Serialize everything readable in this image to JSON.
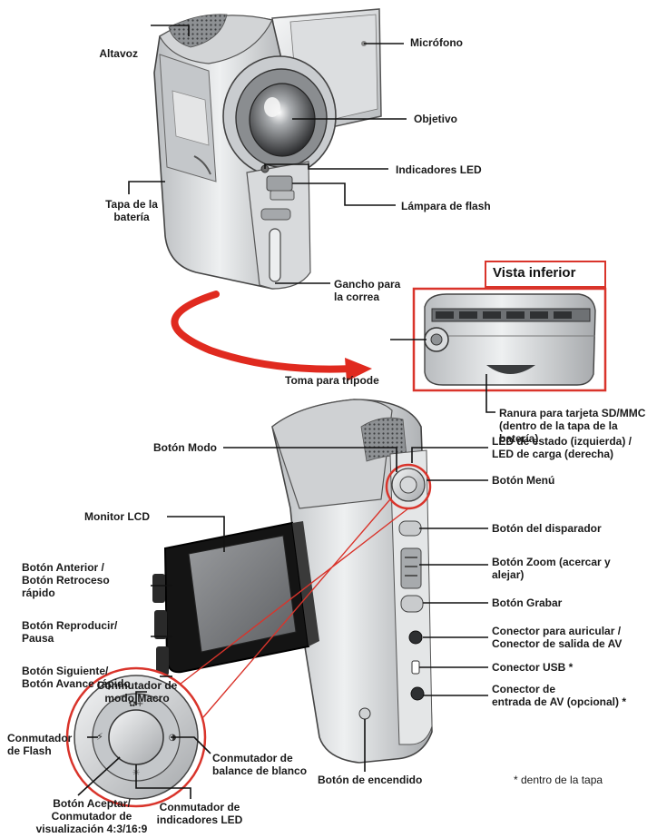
{
  "labels": {
    "altavoz": "Altavoz",
    "microfono": "Micrófono",
    "objetivo": "Objetivo",
    "indicadores_led": "Indicadores LED",
    "lampara_flash": "Lámpara de flash",
    "tapa_bateria": "Tapa de la\nbatería",
    "gancho_correa": "Gancho para\nla correa",
    "vista_inferior": "Vista inferior",
    "toma_tripode": "Toma para trípode",
    "ranura_tarjeta": "Ranura para tarjeta SD/MMC\n(dentro de la tapa de la\nbatería)",
    "boton_modo": "Botón Modo",
    "led_estado": "LED de estado (izquierda) /\nLED de carga (derecha)",
    "boton_menu": "Botón Menú",
    "monitor_lcd": "Monitor LCD",
    "boton_disparador": "Botón del disparador",
    "boton_anterior": "Botón Anterior /\nBotón Retroceso\nrápido",
    "boton_zoom": "Botón Zoom (acercar y\nalejar)",
    "boton_reproducir": "Botón Reproducir/\nPausa",
    "boton_grabar": "Botón Grabar",
    "boton_siguiente": "Botón Siguiente/\nBotón Avance rápido",
    "conector_auricular": "Conector para auricular /\nConector de salida de AV",
    "conmutador_macro": "Conmutador de\nmodo Macro",
    "conector_usb": "Conector USB *",
    "conector_entrada": "Conector de\nentrada de AV (opcional) *",
    "conmutador_flash": "Conmutador\nde Flash",
    "conmutador_balance": "Conmutador de\nbalance de blanco",
    "boton_encendido": "Botón de encendido",
    "nota_tapa": "* dentro de la tapa",
    "boton_aceptar": "Botón Aceptar/\nConmutador de\nvisualización 4:3/16:9",
    "conmutador_led": "Conmutador de\nindicadores LED"
  },
  "colors": {
    "callout_red": "#d9342b",
    "arrow_red": "#e02a1f"
  }
}
